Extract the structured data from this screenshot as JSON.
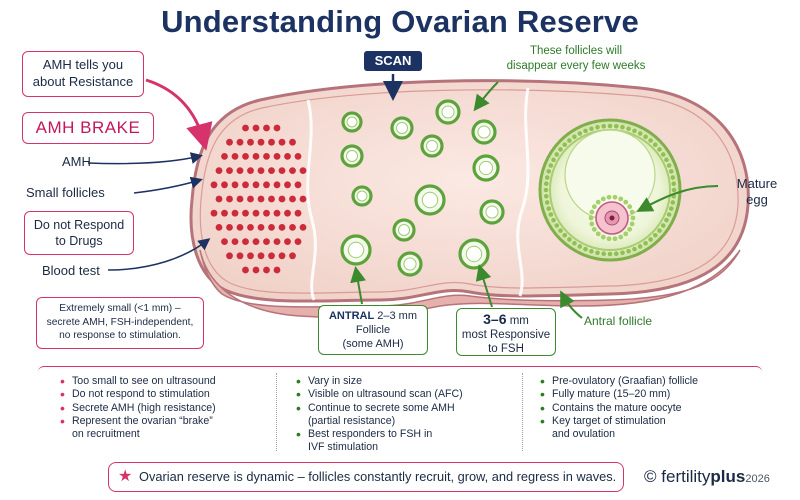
{
  "title": "Understanding Ovarian Reserve",
  "scan_label": "SCAN",
  "disappear_note": [
    "These follicles will",
    "disappear every few weeks"
  ],
  "left_labels": {
    "resistance": [
      "AMH tells you",
      "about Resistance"
    ],
    "brake": "AMH BRAKE",
    "amh": "AMH",
    "small_follicles": "Small follicles",
    "not_respond": [
      "Do not Respond",
      "to Drugs"
    ],
    "blood_test": "Blood test"
  },
  "small_note": [
    "Extremely small (<1 mm) –",
    "secrete AMH, FSH-independent,",
    "no response to stimulation."
  ],
  "antral_box": {
    "title": "ANTRAL",
    "size": "2–3 mm",
    "line2": "Follicle",
    "line3": "(some AMH)"
  },
  "responsive_box": {
    "size": "3–6",
    "unit": "mm",
    "line2": "most Responsive",
    "line3": "to FSH"
  },
  "right_labels": {
    "mature_egg": [
      "Mature",
      "egg"
    ],
    "antral_follicle": "Antral follicle"
  },
  "columns": [
    [
      "Too small to see on ultrasound",
      "Do not respond to stimulation",
      "Secrete AMH (high resistance)",
      "Represent the ovarian “brake”\non recruitment"
    ],
    [
      "Vary in size",
      "Visible on ultrasound scan (AFC)",
      "Continue to secrete some AMH\n(partial resistance)",
      "Best responders to FSH in\nIVF stimulation"
    ],
    [
      "Pre-ovulatory (Graafian) follicle",
      "Fully mature (15–20 mm)",
      "Contains the mature oocyte",
      "Key target of stimulation\nand ovulation"
    ]
  ],
  "footer": "Ovarian reserve is dynamic – follicles constantly recruit, grow, and regress in waves.",
  "brand": {
    "copyright": "©",
    "name1": "fertility",
    "name2": "plus",
    "year": "2026"
  },
  "colors": {
    "navy": "#1c3262",
    "pink": "#d6336c",
    "green": "#3c8a2e",
    "tissue": "#f6dcd3",
    "ovary_edge": "#b6747a"
  }
}
